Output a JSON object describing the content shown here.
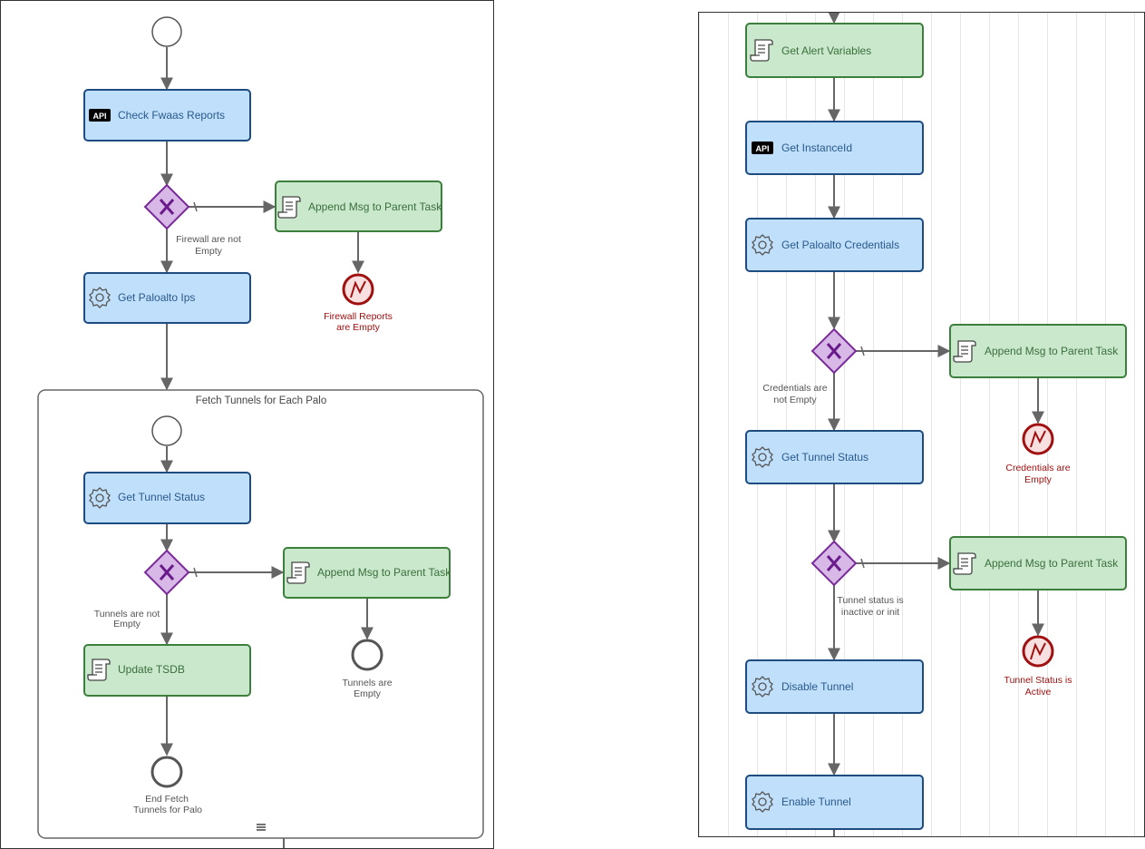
{
  "colors": {
    "service_fill": "#bfdffa",
    "service_stroke": "#1e4c80",
    "service_text": "#2a5a8c",
    "script_fill": "#c9e8cc",
    "script_stroke": "#3c7f3c",
    "script_text": "#3b6f3b",
    "gateway_fill": "#d7b8e6",
    "gateway_stroke": "#7a2a9a",
    "error_fill": "#f8e0e0",
    "error_stroke": "#a01010",
    "edge": "#666666"
  },
  "left": {
    "tasks": {
      "check_fwaas": {
        "label": "Check Fwaas Reports",
        "icon": "api-icon",
        "badge": "API"
      },
      "append_msg_1": {
        "label": "Append Msg to Parent Task",
        "icon": "script-icon"
      },
      "get_paloalto_ips": {
        "label": "Get Paloalto Ips",
        "icon": "gear-icon"
      },
      "get_tunnel_status": {
        "label": "Get Tunnel Status",
        "icon": "gear-icon"
      },
      "append_msg_2": {
        "label": "Append Msg to Parent Task",
        "icon": "script-icon"
      },
      "update_tsdb": {
        "label": "Update TSDB",
        "icon": "script-icon"
      }
    },
    "labels": {
      "gw1_line1": "Firewall are not",
      "gw1_line2": "Empty",
      "error1_line1": "Firewall Reports",
      "error1_line2": "are Empty",
      "subprocess_title": "Fetch Tunnels for Each Palo",
      "gw2_line1": "Tunnels are not",
      "gw2_line2": "Empty",
      "end1_line1": "Tunnels are",
      "end1_line2": "Empty",
      "end2_line1": "End Fetch",
      "end2_line2": "Tunnels for Palo"
    }
  },
  "right": {
    "tasks": {
      "get_alert_variables": {
        "label": "Get Alert Variables",
        "icon": "script-icon"
      },
      "get_instanceid": {
        "label": "Get InstanceId",
        "icon": "api-icon",
        "badge": "API"
      },
      "get_paloalto_credentials": {
        "label": "Get Paloalto Credentials",
        "icon": "gear-icon"
      },
      "append_msg_3": {
        "label": "Append Msg to Parent Task",
        "icon": "script-icon"
      },
      "get_tunnel_status": {
        "label": "Get Tunnel Status",
        "icon": "gear-icon"
      },
      "append_msg_4": {
        "label": "Append Msg to Parent Task",
        "icon": "script-icon"
      },
      "disable_tunnel": {
        "label": "Disable Tunnel",
        "icon": "gear-icon"
      },
      "enable_tunnel": {
        "label": "Enable Tunnel",
        "icon": "gear-icon"
      }
    },
    "labels": {
      "gw1_line1": "Credentials are",
      "gw1_line2": "not Empty",
      "error1_line1": "Credentials are",
      "error1_line2": "Empty",
      "gw2_line1": "Tunnel status is",
      "gw2_line2": "inactive or init",
      "error2_line1": "Tunnel Status is",
      "error2_line2": "Active"
    }
  }
}
